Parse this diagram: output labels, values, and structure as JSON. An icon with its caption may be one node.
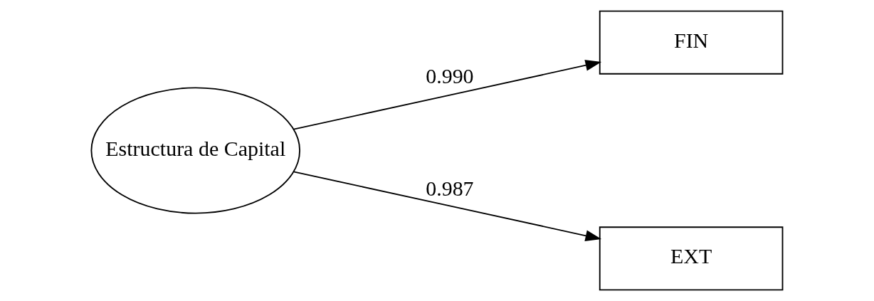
{
  "diagram": {
    "nodes": [
      {
        "text": [
          "Estructura de Capital"
        ]
      },
      {
        "text": [
          "FIN"
        ]
      },
      {
        "text": [
          "EXT"
        ]
      }
    ],
    "edges": [
      {
        "from": 0,
        "to": 1,
        "arrow": "to",
        "label": "0.990"
      },
      {
        "from": 0,
        "to": 2,
        "arrow": "to",
        "label": "0.987"
      }
    ]
  }
}
